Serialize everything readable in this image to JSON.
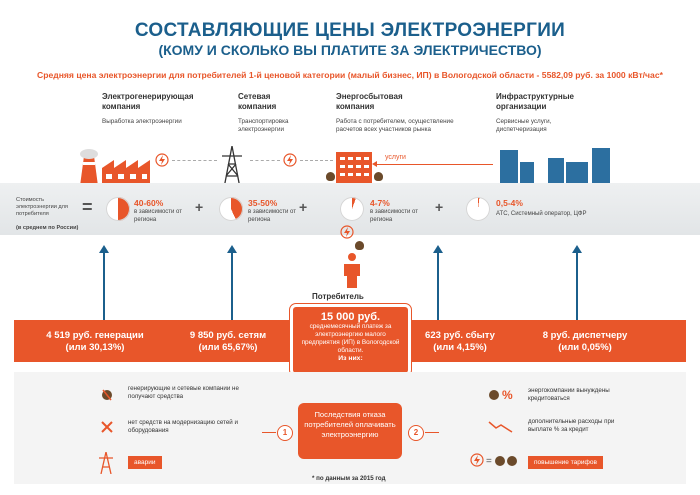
{
  "title": {
    "line1": "СОСТАВЛЯЮЩИЕ ЦЕНЫ ЭЛЕКТРОЭНЕРГИИ",
    "line2": "(КОМУ И СКОЛЬКО ВЫ ПЛАТИТЕ ЗА ЭЛЕКТРИЧЕСТВО)"
  },
  "subtitle": "Средняя цена электроэнергии для потребителей 1-й ценовой категории (малый бизнес, ИП) в Вологодской области - 5582,09 руб. за 1000 кВт/час*",
  "columns": [
    {
      "heading": "Электрогенерирующая компания",
      "desc": "Выработка электроэнергии"
    },
    {
      "heading": "Сетевая компания",
      "desc": "Транспортировка электроэнергии"
    },
    {
      "heading": "Энергосбытовая компания",
      "desc": "Работа с потребителем, осуществление расчетов всех участников рынка"
    },
    {
      "heading": "Инфраструктурные организации",
      "desc": "Сервисные услуги, диспетчеризация"
    }
  ],
  "services_label": "услуги",
  "band": {
    "left_text": "Стоимость электроэнергии для потребителя",
    "left_note": "(в среднем по России)",
    "equals": "=",
    "plus": "+",
    "shares": [
      {
        "pct": "40-60%",
        "note": "в зависимости от региона",
        "fraction": 0.5
      },
      {
        "pct": "35-50%",
        "note": "в зависимости от региона",
        "fraction": 0.43
      },
      {
        "pct": "4-7%",
        "note": "в зависимости от региона",
        "fraction": 0.055
      },
      {
        "pct": "0,5-4%",
        "note": "АТС, Системный оператор, ЦФР",
        "fraction": 0.02
      }
    ]
  },
  "consumer_label": "Потребитель",
  "bar": {
    "gen": {
      "line1": "4 519 руб. генерации",
      "line2": "(или 30,13%)"
    },
    "net": {
      "line1": "9 850 руб. сетям",
      "line2": "(или 65,67%)"
    },
    "sales": {
      "line1": "623 руб. сбыту",
      "line2": "(или 4,15%)"
    },
    "disp": {
      "line1": "8 руб. диспетчеру",
      "line2": "(или 0,05%)"
    }
  },
  "center": {
    "amount": "15 000 руб.",
    "text": "среднемесячный платеж за электроэнергию малого предприятия (ИП) в Вологодской области.",
    "from": "Из них:"
  },
  "consequences": {
    "text": "Последствия отказа потребителей оплачивать электроэнергию",
    "n1": "1",
    "n2": "2"
  },
  "left_items": [
    "генерирующие и сетевые компании не получают средства",
    "нет средств на модернизацию сетей и оборудования"
  ],
  "left_tag": "аварии",
  "right_items": [
    "энергокомпании вынуждены кредитоваться",
    "дополнительные расходы при выплате % за кредит"
  ],
  "right_tag": "повышение тарифов",
  "footnote": "* по данным за 2015 год",
  "colors": {
    "orange": "#e8562a",
    "blue": "#1b5f8c"
  }
}
